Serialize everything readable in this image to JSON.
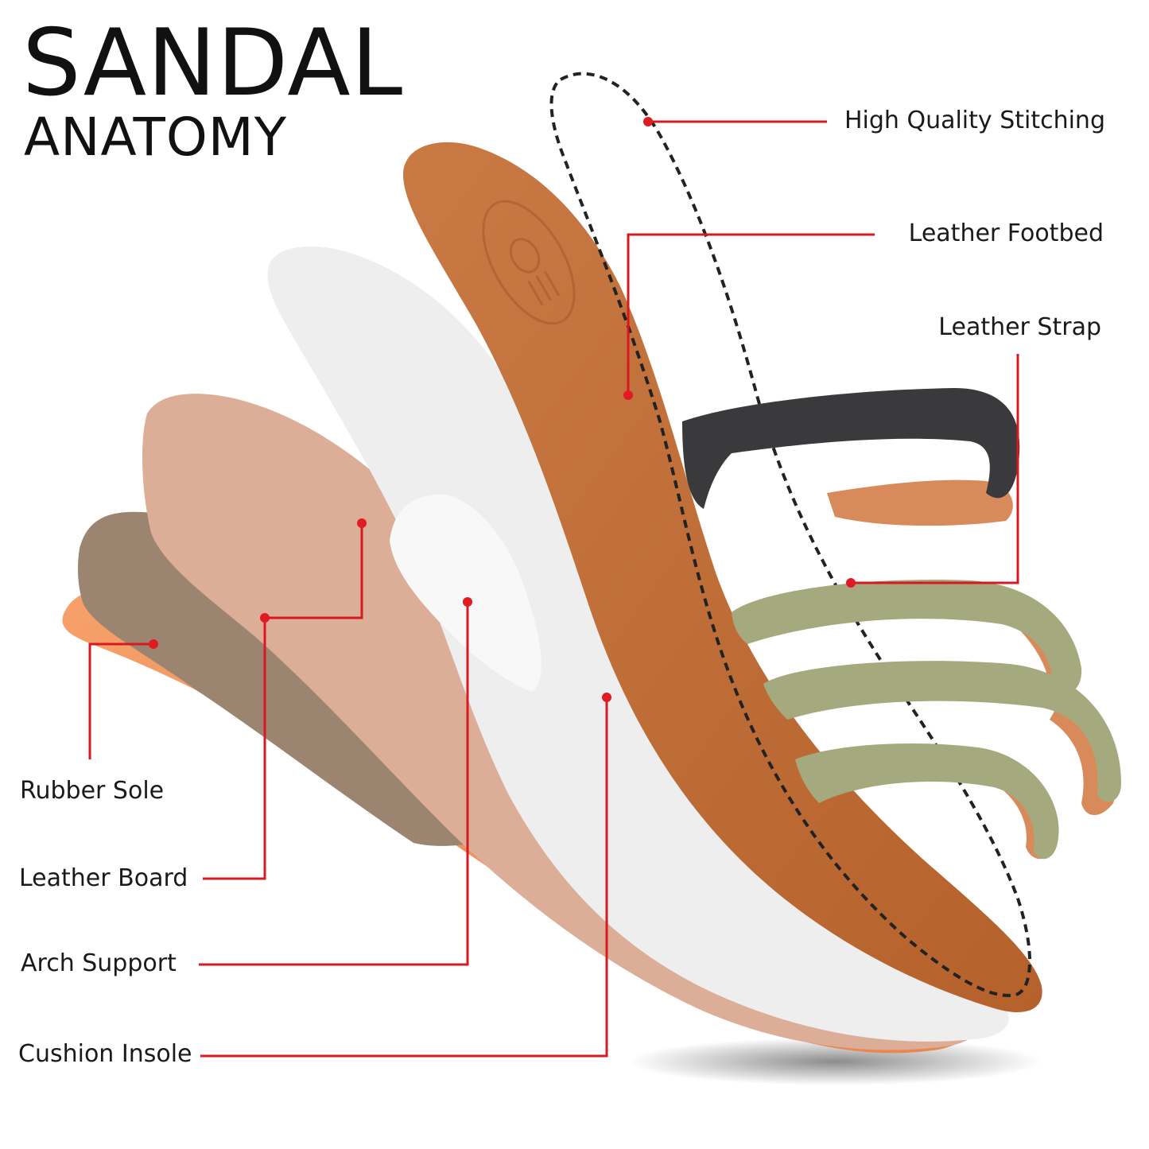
{
  "title": "SANDAL",
  "subtitle": "ANATOMY",
  "colors": {
    "callout_line": "#d81920",
    "callout_dot": "#e01b22",
    "text": "#111111",
    "rubber_sole": "#f0955c",
    "leather_board": "#9c8570",
    "cork_layer": "#dcae98",
    "cushion_insole": "#eeeeee",
    "arch_support": "#f7f7f7",
    "leather_footbed": "#c06d37",
    "strap_black": "#3a3a3c",
    "strap_olive": "#a5a97e",
    "strap_underside": "#d98a5a",
    "stitching": "#222222"
  },
  "labels": {
    "stitching": "High Quality Stitching",
    "footbed": "Leather Footbed",
    "strap": "Leather Strap",
    "rubber_sole": "Rubber Sole",
    "leather_board": "Leather Board",
    "arch_support": "Arch Support",
    "cushion_insole": "Cushion Insole"
  },
  "icons": {
    "callout_dot": "red-dot-icon"
  }
}
